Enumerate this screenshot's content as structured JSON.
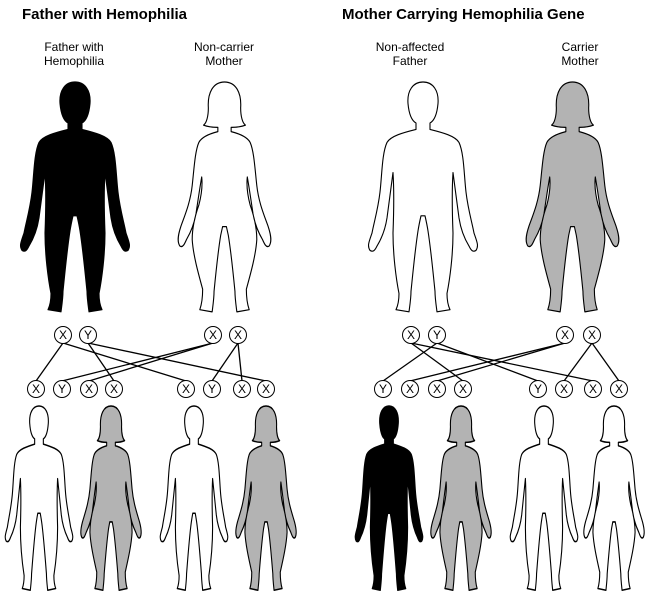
{
  "panels": [
    {
      "title": "Father with Hemophilia",
      "father": {
        "label": "Father with\nHemophilia",
        "status": "affected",
        "chromosomes": [
          "X",
          "Y"
        ]
      },
      "mother": {
        "label": "Non-carrier\nMother",
        "status": "unaffected",
        "chromosomes": [
          "X",
          "X"
        ]
      },
      "children": [
        {
          "chromosomes": [
            "X",
            "Y"
          ],
          "sex": "son",
          "status": "unaffected"
        },
        {
          "chromosomes": [
            "X",
            "X"
          ],
          "sex": "daughter",
          "status": "carrier"
        },
        {
          "chromosomes": [
            "X",
            "Y"
          ],
          "sex": "son",
          "status": "unaffected"
        },
        {
          "chromosomes": [
            "X",
            "X"
          ],
          "sex": "daughter",
          "status": "carrier"
        }
      ]
    },
    {
      "title": "Mother Carrying Hemophilia Gene",
      "father": {
        "label": "Non-affected\nFather",
        "status": "unaffected",
        "chromosomes": [
          "X",
          "Y"
        ]
      },
      "mother": {
        "label": "Carrier\nMother",
        "status": "carrier",
        "chromosomes": [
          "X",
          "X"
        ]
      },
      "children": [
        {
          "chromosomes": [
            "Y",
            "X"
          ],
          "sex": "son",
          "status": "affected"
        },
        {
          "chromosomes": [
            "X",
            "X"
          ],
          "sex": "daughter",
          "status": "carrier"
        },
        {
          "chromosomes": [
            "Y",
            "X"
          ],
          "sex": "son",
          "status": "unaffected"
        },
        {
          "chromosomes": [
            "X",
            "X"
          ],
          "sex": "daughter",
          "status": "unaffected"
        }
      ]
    }
  ],
  "colors": {
    "affected": "#000000",
    "carrier": "#b3b3b3",
    "unaffected": "#ffffff",
    "outline": "#000000"
  }
}
